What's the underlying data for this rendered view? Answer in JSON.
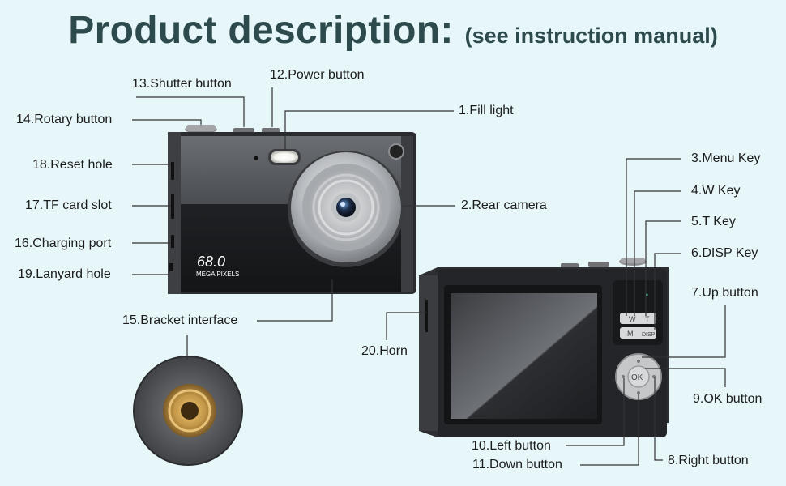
{
  "header": {
    "title": "Product description:",
    "subtitle": "(see instruction manual)"
  },
  "labels": {
    "fill_light": "1.Fill light",
    "rear_camera": "2.Rear camera",
    "menu_key": "3.Menu Key",
    "w_key": "4.W Key",
    "t_key": "5.T Key",
    "disp_key": "6.DISP Key",
    "up_button": "7.Up button",
    "right_button": "8.Right button",
    "ok_button": "9.OK button",
    "left_button": "10.Left button",
    "down_button": "11.Down button",
    "power_button": "12.Power button",
    "shutter_button": "13.Shutter button",
    "rotary_button": "14.Rotary button",
    "bracket_interface": "15.Bracket interface",
    "charging_port": "16.Charging port",
    "tf_card_slot": "17.TF card slot",
    "reset_hole": "18.Reset hole",
    "lanyard_hole": "19.Lanyard hole",
    "horn": "20.Horn"
  },
  "camera_front": {
    "megapixels": "68.0",
    "megapixels_caption": "MEGA PIXELS"
  },
  "camera_back": {
    "w_key": "W",
    "t_key": "T",
    "m_key": "M",
    "disp_key": "DISP",
    "ok_key": "OK"
  },
  "colors": {
    "background": "#e6f6f9",
    "title": "#2d4a4d",
    "body_dark": "#1d1f22",
    "body_grey": "#55585c",
    "brass": "#c99a4a"
  }
}
